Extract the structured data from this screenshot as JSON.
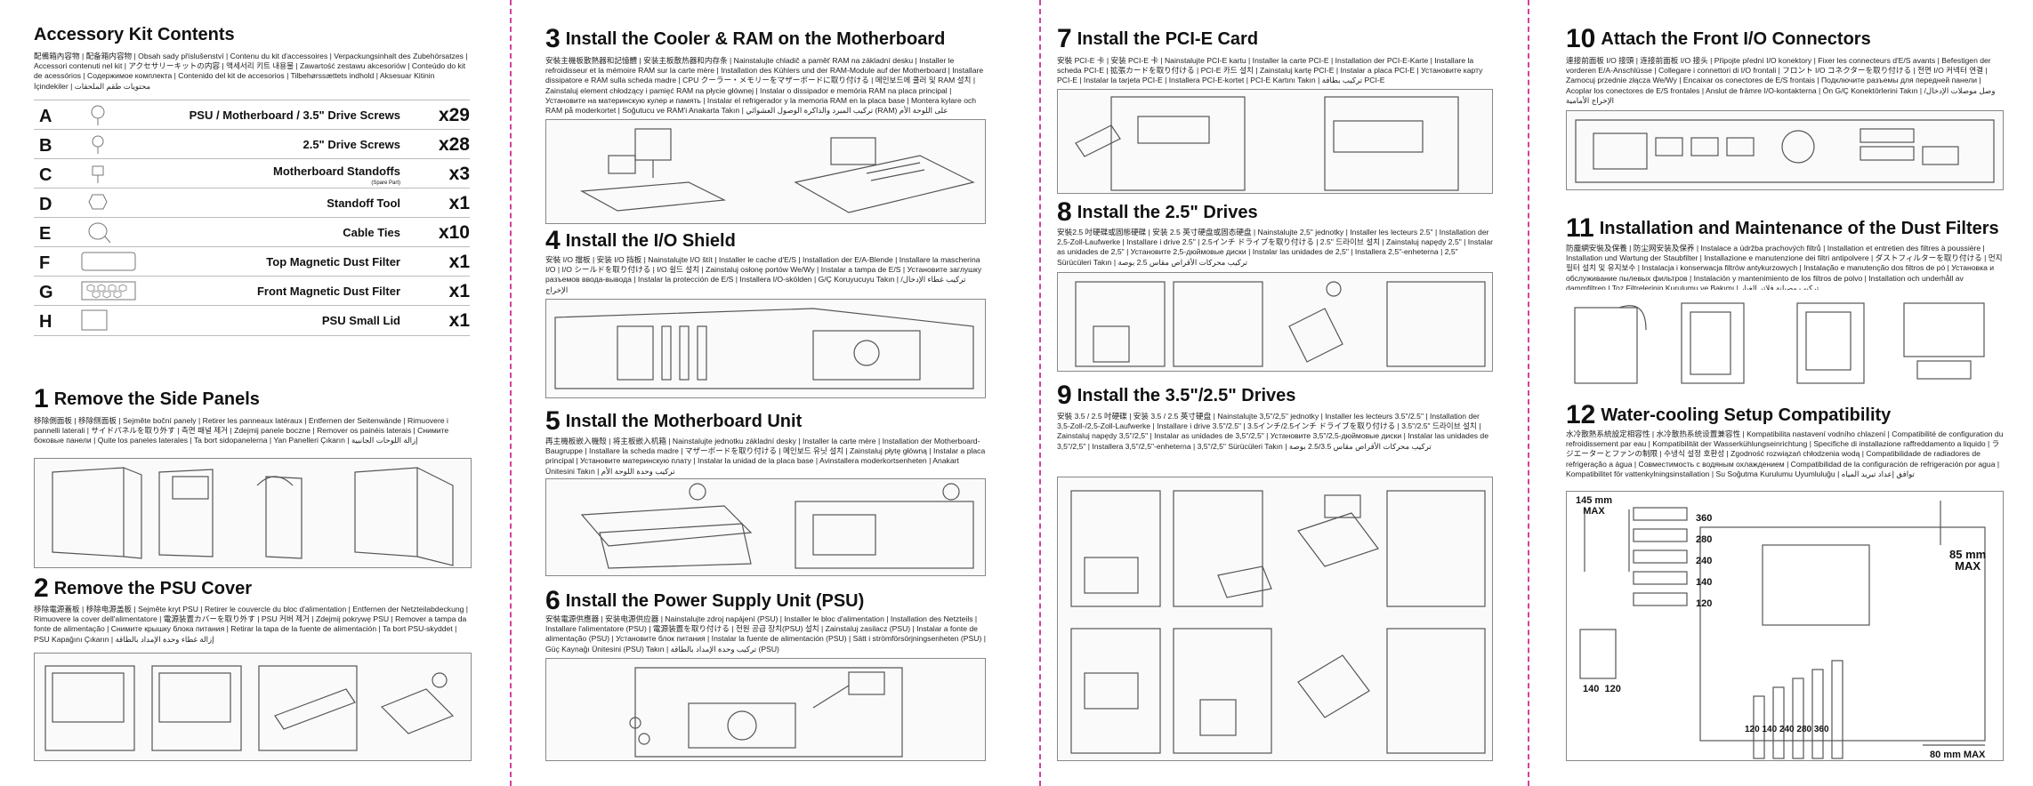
{
  "kit": {
    "title": "Accessory Kit Contents",
    "langs": "配備箱內容物 | 配备箱内容物 | Obsah sady příslušenství | Contenu du kit d'accessoires | Verpackungsinhalt des Zubehörsatzes | Accessori contenuti nel kit | アクセサリーキットの内容 | 액세서리 키트 내용물 | Zawartość zestawu akcesoriów | Conteúdo do kit de acessórios | Содержимое комплекта | Contenido del kit de accesorios | Tilbehørssættets indhold | Aksesuar Kitinin İçindekiler | محتويات طقم الملحقات",
    "items": [
      {
        "letter": "A",
        "name": "PSU / Motherboard / 3.5\" Drive Screws",
        "sub": "",
        "qty": "x29"
      },
      {
        "letter": "B",
        "name": "2.5\" Drive Screws",
        "sub": "",
        "qty": "x28"
      },
      {
        "letter": "C",
        "name": "Motherboard Standoffs",
        "sub": "(Spare Part)",
        "qty": "x3"
      },
      {
        "letter": "D",
        "name": "Standoff Tool",
        "sub": "",
        "qty": "x1"
      },
      {
        "letter": "E",
        "name": "Cable Ties",
        "sub": "",
        "qty": "x10"
      },
      {
        "letter": "F",
        "name": "Top Magnetic Dust Filter",
        "sub": "",
        "qty": "x1"
      },
      {
        "letter": "G",
        "name": "Front Magnetic Dust Filter",
        "sub": "",
        "qty": "x1"
      },
      {
        "letter": "H",
        "name": "PSU Small Lid",
        "sub": "",
        "qty": "x1"
      }
    ]
  },
  "steps": [
    {
      "num": "1",
      "title": "Remove the Side Panels",
      "langs": "移除側面板 | 移除侧面板 | Sejměte boční panely | Retirer les panneaux latéraux | Entfernen der Seitenwände | Rimuovere i pannelli laterali | サイドパネルを取り外す | 측면 패널 제거 | Zdejmij panele boczne | Remover os painéis laterais | Снимите боковые панели | Quite los paneles laterales | Ta bort sidopanelerna | Yan Panelleri Çıkarın | إزالة اللوحات الجانبية"
    },
    {
      "num": "2",
      "title": "Remove the PSU Cover",
      "langs": "移除電源蓋板 | 移除电源盖板 | Sejměte kryt PSU | Retirer le couvercle du bloc d'alimentation | Entfernen der Netzteilabdeckung | Rimuovere la cover dell'alimentatore | 電源装置カバーを取り外す | PSU 커버 제거 | Zdejmij pokrywę PSU | Remover a tampa da fonte de alimentação | Снимите крышку блока питания | Retirar la tapa de la fuente de alimentación | Ta bort PSU-skyddet | PSU Kapağını Çıkarın | إزالة غطاء وحدة الإمداد بالطاقة"
    },
    {
      "num": "3",
      "title": "Install the Cooler & RAM on the Motherboard",
      "langs": "安裝主機板散熱器和記憶體 | 安装主板散热器和内存条 | Nainstalujte chladič a paměť RAM na základní desku | Installer le refroidisseur et la mémoire RAM sur la carte mère | Installation des Kühlers und der RAM-Module auf der Motherboard | Installare dissipatore e RAM sulla scheda madre | CPU クーラー・メモリーをマザーボードに取り付ける | 메인보드에 쿨러 및 RAM 설치 | Zainstaluj element chłodzący i pamięć RAM na płycie głównej | Instalar o dissipador e memória RAM na placa principal | Установите на материнскую кулер и память | Instalar el refrigerador y la memoria RAM en la placa base | Montera kylare och RAM på moderkortet | Soğutucu ve RAM'i Anakarta Takın | تركيب المبرد والذاكرة الوصول العشوائي (RAM) على اللوحة الأم"
    },
    {
      "num": "4",
      "title": "Install the I/O Shield",
      "langs": "安裝 I/O 擋板 | 安装 I/O 挡板 | Nainstalujte I/O štít | Installer le cache d'E/S | Installation der E/A-Blende | Installare la mascherina I/O | I/O シールドを取り付ける | I/O 쉴드 설치 | Zainstaluj osłonę portów We/Wy | Instalar a tampa de E/S | Установите заглушку разъемов ввода-вывода | Instalar la protección de E/S | Installera I/O-skölden | G/Ç Koruyucuyu Takın | تركيب غطاء الإدخال/الإخراج"
    },
    {
      "num": "5",
      "title": "Install the Motherboard Unit",
      "langs": "再主機板嵌入機殼 | 将主板嵌入机箱 | Nainstalujte jednotku základní desky | Installer la carte mère | Installation der Motherboard-Baugruppe | Installare la scheda madre | マザーボードを取り付ける | 메인보드 유닛 설치 | Zainstaluj płytę główną | Instalar a placa principal | Установите материнскую плату | Instalar la unidad de la placa base | Avinstallera moderkortsenheten | Anakart Ünitesini Takın | تركيب وحدة اللوحة الأم"
    },
    {
      "num": "6",
      "title": "Install the Power Supply Unit (PSU)",
      "langs": "安裝電源供應器 | 安装电源供应器 | Nainstalujte zdroj napájení (PSU) | Installer le bloc d'alimentation | Installation des Netzteils | Installare l'alimentatore (PSU) | 電源装置を取り付ける | 전원 공급 장치(PSU) 설치 | Zainstaluj zasilacz (PSU) | Instalar a fonte de alimentação (PSU) | Установите блок питания | Instalar la fuente de alimentación (PSU) | Sätt i strömförsörjningsenheten (PSU) | Güç Kaynağı Ünitesini (PSU) Takın | تركيب وحدة الإمداد بالطاقة (PSU)"
    },
    {
      "num": "7",
      "title": "Install the PCI-E Card",
      "langs": "安裝 PCI-E 卡 | 安装 PCI-E 卡 | Nainstalujte PCI-E kartu | Installer la carte PCI-E | Installation der PCI-E-Karte | Installare la scheda PCI-E | 拡張カードを取り付ける | PCI-E 카드 설치 | Zainstaluj kartę PCI-E | Instalar a placa PCI-E | Установите карту PCI-E | Instalar la tarjeta PCI-E | Installera PCI-E-kortet | PCI-E Kartını Takın | تركيب بطاقة PCI-E"
    },
    {
      "num": "8",
      "title": "Install the 2.5\" Drives",
      "langs": "安裝2.5 吋硬碟或固態硬碟 | 安装 2.5 英寸硬盘或固态硬盘 | Nainstalujte 2,5\" jednotky | Installer les lecteurs 2.5\" | Installation der 2,5-Zoll-Laufwerke | Installare i drive 2.5\" | 2.5インチ ドライブを取り付ける | 2.5\" 드라이브 설치 | Zainstaluj napędy 2,5\" | Instalar as unidades de 2,5\" | Установите 2,5-дюймовые диски | Instalar las unidades de 2,5\" | Installera 2,5\"-enheterna | 2,5\" Sürücüleri Takın | تركيب محركات الأقراص مقاس 2.5 بوصة"
    },
    {
      "num": "9",
      "title": "Install the 3.5\"/2.5\" Drives",
      "langs": "安裝 3.5 / 2.5 吋硬碟 | 安装 3.5 / 2.5 英寸硬盘 | Nainstalujte 3,5\"/2,5\" jednotky | Installer les lecteurs 3.5\"/2.5\" | Installation der 3,5-Zoll-/2,5-Zoll-Laufwerke | Installare i drive 3.5\"/2.5\" | 3.5インチ/2.5インチ ドライブを取り付ける | 3.5\"/2.5\" 드라이브 설치 | Zainstaluj napędy 3,5\"/2,5\" | Instalar as unidades de 3,5\"/2,5\" | Установите 3,5\"/2,5-дюймовые диски | Instalar las unidades de 3,5\"/2,5\" | Installera 3,5\"/2,5\"-enheterna | 3,5\"/2,5\" Sürücüleri Takın | تركيب محركات الأقراص مقاس 2.5/3.5 بوصة"
    },
    {
      "num": "10",
      "title": "Attach the Front I/O Connectors",
      "langs": "連接前面板 I/O 接頭 | 连接前面板 I/O 接头 | Připojte přední I/O konektory | Fixer les connecteurs d'E/S avants | Befestigen der vorderen E/A-Anschlüsse | Collegare i connettori di I/O frontali | フロント I/O コネクターを取り付ける | 전면 I/O 커넥터 연결 | Zamocuj przednie złącza We/Wy | Encaixar os conectores de E/S frontais | Подключите разъемы для передней панели | Acoplar los conectores de E/S frontales | Anslut de främre I/O-kontakterna | Ön G/Ç Konektörlerini Takın | وصل موصلات الإدخال/الإخراج الأمامية"
    },
    {
      "num": "11",
      "title": "Installation and Maintenance of the Dust Filters",
      "langs": "防塵網安裝及保養 | 防尘网安装及保养 | Instalace a údržba prachových filtrů | Installation et entretien des filtres à poussière | Installation und Wartung der Staubfilter | Installazione e manutenzione dei filtri antipolvere | ダストフィルターを取り付ける | 먼지 필터 설치 및 유지보수 | Instalacja i konserwacja filtrów antykurzowych | Instalação e manutenção dos filtros de pó | Установка и обслуживание пылевых фильтров | Instalación y mantenimiento de los filtros de polvo | Installation och underhåll av dammfiltren | Toz Filtrelerinin Kurulumu ve Bakımı | تركيب وصيانة فلاتر الغبار"
    },
    {
      "num": "12",
      "title": "Water-cooling Setup Compatibility",
      "langs": "水冷散熱系統設定相容性 | 水冷散热系统设置兼容性 | Kompatibilita nastavení vodního chlazení | Compatibilité de configuration du refroidissement par eau | Kompatibilität der Wasserkühlungseinrichtung | Specifiche di installazione raffreddamento a liquido | ラジエーターとファンの制限 | 수냉식 설정 호환성 | Zgodność rozwiązań chłodzenia wodą | Compatibilidade de radiadores de refrigeração a água | Совместимость с водяным охлаждением | Compatibilidad de la configuración de refrigeración por agua | Kompatibilitet för vattenkylningsinstallation | Su Soğutma Kurulumu Uyumluluğu | توافق إعداد تبريد المياه"
    }
  ],
  "water": {
    "front_max": "145 mm",
    "front_max2": "MAX",
    "top_max": "85 mm",
    "top_max2": "MAX",
    "bottom_max": "80 mm MAX",
    "front_sizes": [
      "360",
      "280",
      "240",
      "140",
      "120"
    ],
    "bottom_left": [
      "140",
      "120"
    ],
    "bottom_sizes": [
      "120",
      "140",
      "240",
      "280",
      "360"
    ]
  },
  "colors": {
    "divider": "#d4419a"
  }
}
